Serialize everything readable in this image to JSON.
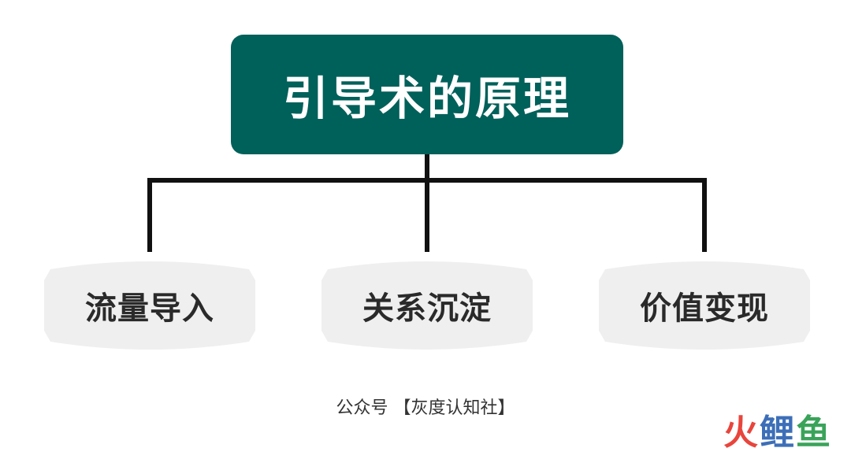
{
  "diagram": {
    "root": {
      "label": "引导术的原理",
      "fill_color": "#00605a",
      "text_color": "#ffffff"
    },
    "children": [
      {
        "label": "流量导入"
      },
      {
        "label": "关系沉淀"
      },
      {
        "label": "价值变现"
      }
    ],
    "child_fill_color": "#efefef",
    "connector_color": "#111111"
  },
  "caption": "公众号 【灰度认知社】",
  "watermark": {
    "chars": [
      "火",
      "鲤",
      "鱼"
    ],
    "colors": [
      "#e8453c",
      "#3d6fb8",
      "#3aa35a"
    ]
  }
}
